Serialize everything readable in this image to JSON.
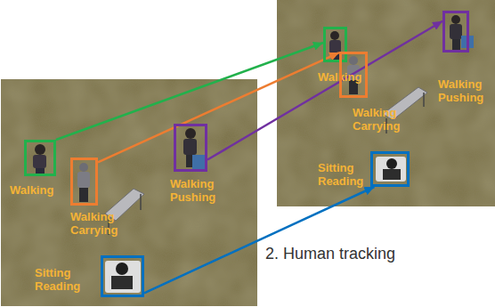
{
  "diagram": {
    "nodes": [
      {
        "text": [
          "Walking"
        ]
      },
      {
        "text": [
          "Walking",
          "Carrying"
        ]
      },
      {
        "text": [
          "Walking",
          "Pushing"
        ]
      },
      {
        "text": [
          "Sitting",
          "Reading"
        ]
      },
      {
        "text": [
          "Walking"
        ]
      },
      {
        "text": [
          "Walking",
          "Carrying"
        ]
      },
      {
        "text": [
          "Walking",
          "Pushing"
        ]
      },
      {
        "text": [
          "Sitting",
          "Reading"
        ]
      }
    ],
    "edges": [
      {
        "from": 0,
        "to": 4,
        "arrow": "to"
      },
      {
        "from": 1,
        "to": 5,
        "arrow": "to"
      },
      {
        "from": 2,
        "to": 6,
        "arrow": "to"
      },
      {
        "from": 3,
        "to": 7,
        "arrow": "to"
      }
    ],
    "labels": [
      "2. Human tracking"
    ]
  }
}
